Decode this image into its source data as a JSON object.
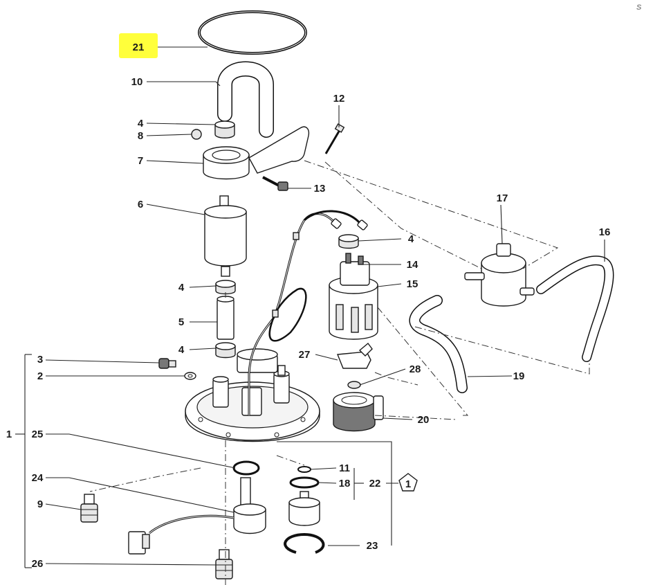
{
  "corner_mark": "S",
  "highlighted_callout": "21",
  "callouts": {
    "c21": "21",
    "c10": "10",
    "c4a": "4",
    "c8": "8",
    "c7": "7",
    "c12": "12",
    "c13": "13",
    "c6": "6",
    "c4b": "4",
    "c5": "5",
    "c4c": "4",
    "c3": "3",
    "c2": "2",
    "c1": "1",
    "c25": "25",
    "c24": "24",
    "c9": "9",
    "c26": "26",
    "c17": "17",
    "c16": "16",
    "c4d": "4",
    "c14": "14",
    "c15": "15",
    "c27": "27",
    "c28": "28",
    "c19": "19",
    "c20": "20",
    "c11": "11",
    "c18": "18",
    "c22": "22",
    "c23": "23",
    "c_badge": "1"
  },
  "colors": {
    "highlight": "#ffff3b",
    "line": "#1a1a1a"
  }
}
